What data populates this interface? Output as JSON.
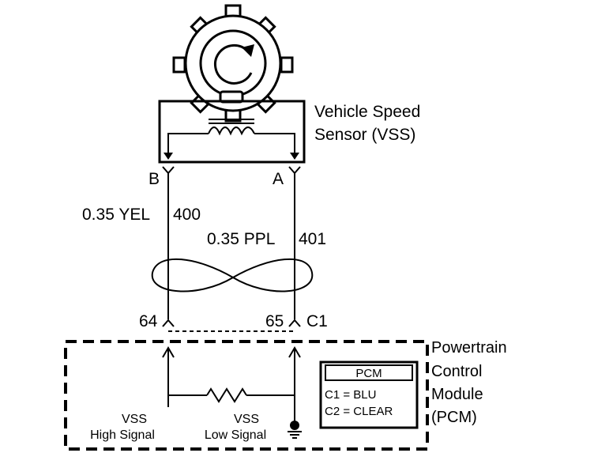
{
  "sensor": {
    "name_line1": "Vehicle Speed",
    "name_line2": "Sensor (VSS)",
    "terminal_b": "B",
    "terminal_a": "A"
  },
  "wires": {
    "left_gauge_color": "0.35 YEL",
    "left_circuit": "400",
    "right_gauge_color": "0.35 PPL",
    "right_circuit": "401"
  },
  "connector": {
    "left_pin": "64",
    "right_pin": "65",
    "id": "C1"
  },
  "pcm": {
    "name_line1": "Powertrain",
    "name_line2": "Control",
    "name_line3": "Module",
    "name_line4": "(PCM)",
    "high_signal_line1": "VSS",
    "high_signal_line2": "High Signal",
    "low_signal_line1": "VSS",
    "low_signal_line2": "Low Signal"
  },
  "legend": {
    "title": "PCM",
    "row1": "C1 = BLU",
    "row2": "C2 = CLEAR"
  }
}
